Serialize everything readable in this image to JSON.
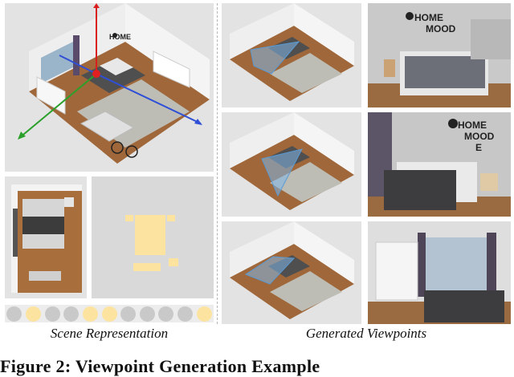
{
  "captions": {
    "left": "Scene Representation",
    "right": "Generated Viewpoints"
  },
  "figure_caption": "Figure 2: Viewpoint Generation Example",
  "wall_text": {
    "line1": "HOME",
    "line2": "MOOD",
    "line3": "E"
  },
  "colors": {
    "panel_bg": "#e5e5e5",
    "floor_wood": "#a0683a",
    "rug_gray": "#bdbdb5",
    "wall_white": "#f1f1f1",
    "highlight_yellow": "#fde3a0",
    "frustum_blue": "#7fb7e8",
    "axis_red": "#d81e1e",
    "axis_green": "#2aa02a",
    "axis_blue": "#2e4fd6",
    "dot_gray": "#c9c9c9",
    "dot_yellow": "#fde3a0"
  },
  "viewpoint_slots": [
    "gray",
    "yellow",
    "gray",
    "gray",
    "yellow",
    "yellow",
    "gray",
    "gray",
    "gray",
    "gray",
    "yellow"
  ]
}
